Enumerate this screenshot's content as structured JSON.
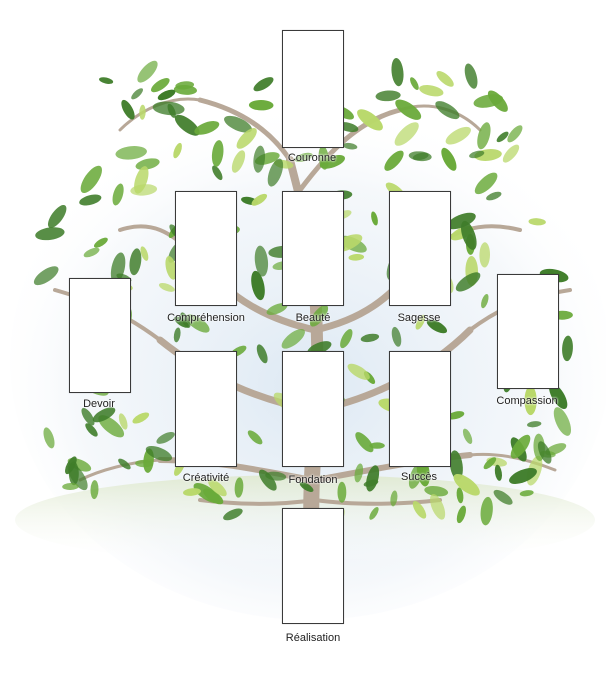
{
  "positions": [
    {
      "id": "couronne",
      "label": "Couronne"
    },
    {
      "id": "comprehension",
      "label": "Compréhension"
    },
    {
      "id": "beaute",
      "label": "Beauté"
    },
    {
      "id": "sagesse",
      "label": "Sagesse"
    },
    {
      "id": "devoir",
      "label": "Devoir"
    },
    {
      "id": "compassion",
      "label": "Compassion"
    },
    {
      "id": "creativite",
      "label": "Créativité"
    },
    {
      "id": "fondation",
      "label": "Fondation"
    },
    {
      "id": "succes",
      "label": "Succès"
    },
    {
      "id": "realisation",
      "label": "Réalisation"
    }
  ],
  "colors": {
    "trunk": "#b8a898",
    "leaf_dark": "#3f7d2a",
    "leaf_mid": "#6aaa3a",
    "leaf_light": "#b9d86a",
    "ground": "#d8e6c8",
    "sky": "#d9e6f2",
    "card_border": "#3a3a3a"
  }
}
